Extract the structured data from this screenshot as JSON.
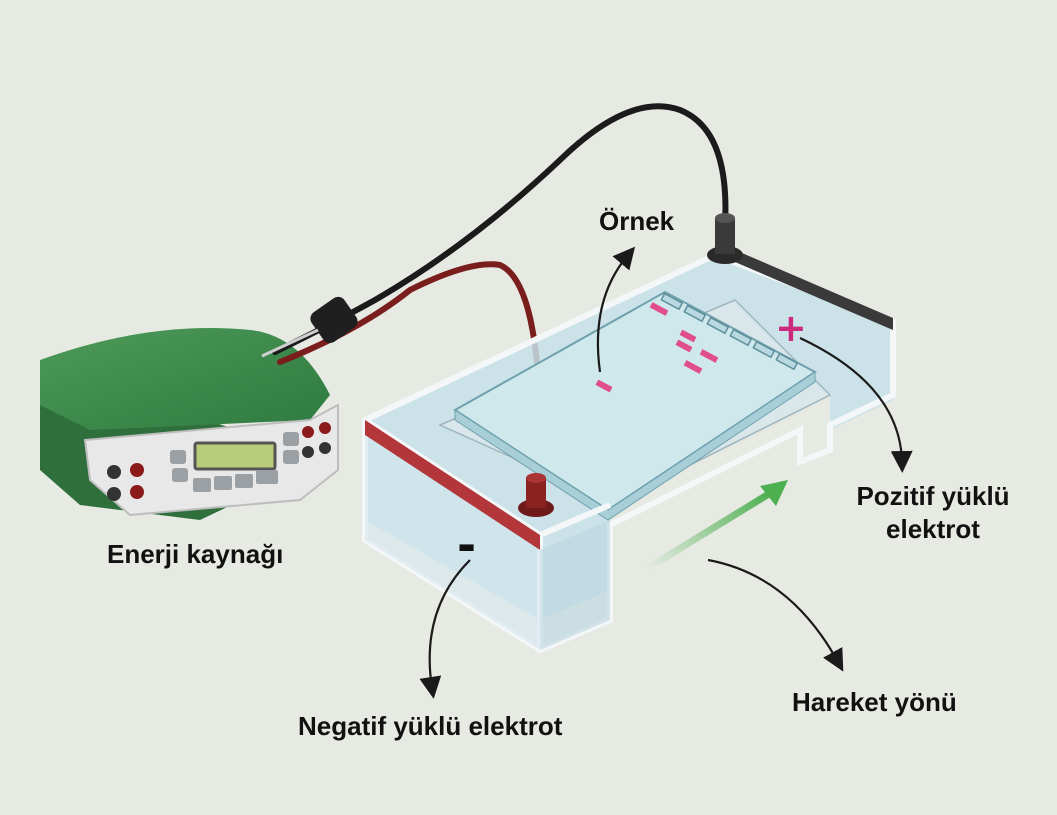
{
  "labels": {
    "power_supply": "Enerji kaynağı",
    "sample": "Örnek",
    "positive_electrode_line1": "Pozitif yüklü",
    "positive_electrode_line2": "elektrot",
    "negative_electrode": "Negatif yüklü elektrot",
    "direction": "Hareket yönü"
  },
  "signs": {
    "positive": "+",
    "negative": "-"
  },
  "colors": {
    "background": "#e6eae3",
    "power_supply_body": "#3f8a4e",
    "negative_cable": "#7a1d1d",
    "positive_cable": "#1b1b1b",
    "buffer": "#c7e0ea",
    "gel": "#cfe8ec",
    "sample_band": "#e04f8c",
    "direction_arrow": "#4caf50",
    "negative_strip": "#b2363a"
  }
}
